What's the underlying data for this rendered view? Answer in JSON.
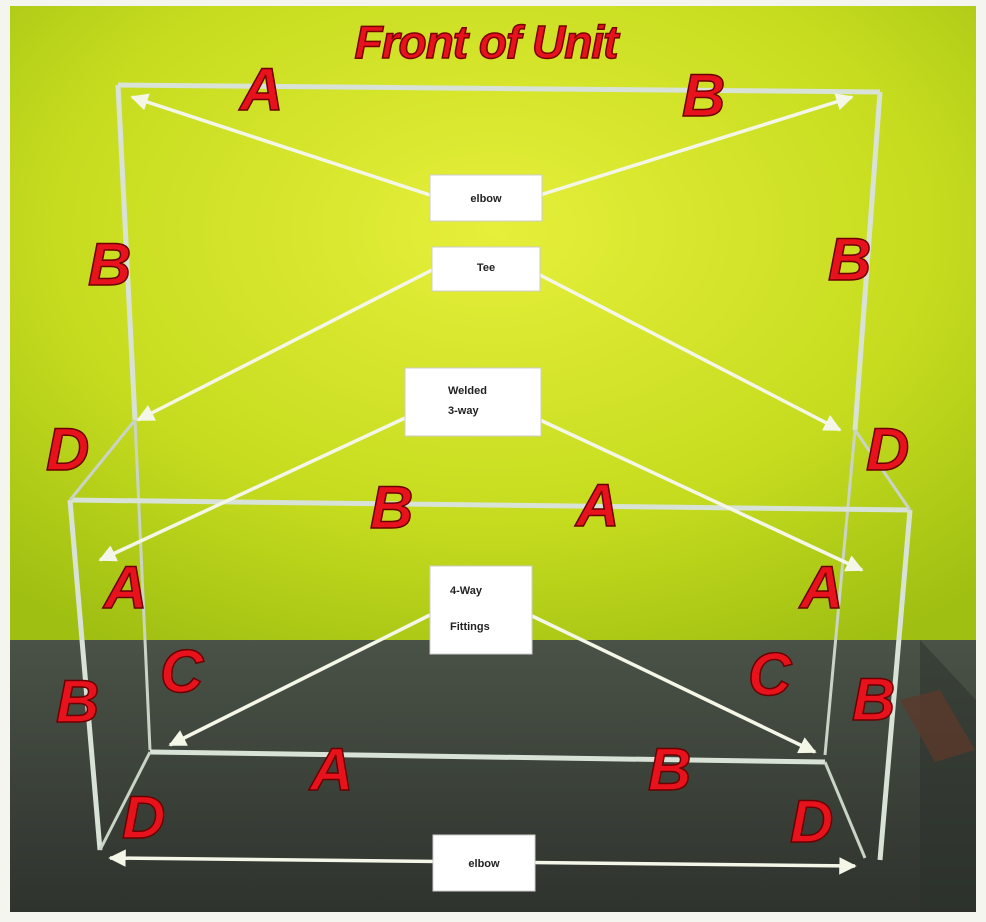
{
  "title": "Front of Unit",
  "callouts": {
    "elbow_top": "elbow",
    "tee": "Tee",
    "welded_line1": "Welded",
    "welded_line2": "3-way",
    "fourway_line1": "4-Way",
    "fourway_line2": "Fittings",
    "elbow_bottom": "elbow"
  },
  "part_labels": {
    "top_left": "A",
    "top_right": "B",
    "upper_left_post": "B",
    "upper_right_post": "B",
    "left_corner_mid": "D",
    "right_corner_mid": "D",
    "mid_bar_left": "B",
    "mid_bar_right": "A",
    "mid_left_post": "A",
    "mid_right_post": "A",
    "lower_left_c": "C",
    "lower_right_c": "C",
    "lower_left_post": "B",
    "lower_right_post": "B",
    "base_left": "A",
    "base_right": "B",
    "bottom_left_corner": "D",
    "bottom_right_corner": "D"
  },
  "colors": {
    "wall": "#c8e021",
    "floor": "#3a4038",
    "label": "#e8121c",
    "frame": "#d9e2d6",
    "arrow": "#f4f7e8"
  }
}
